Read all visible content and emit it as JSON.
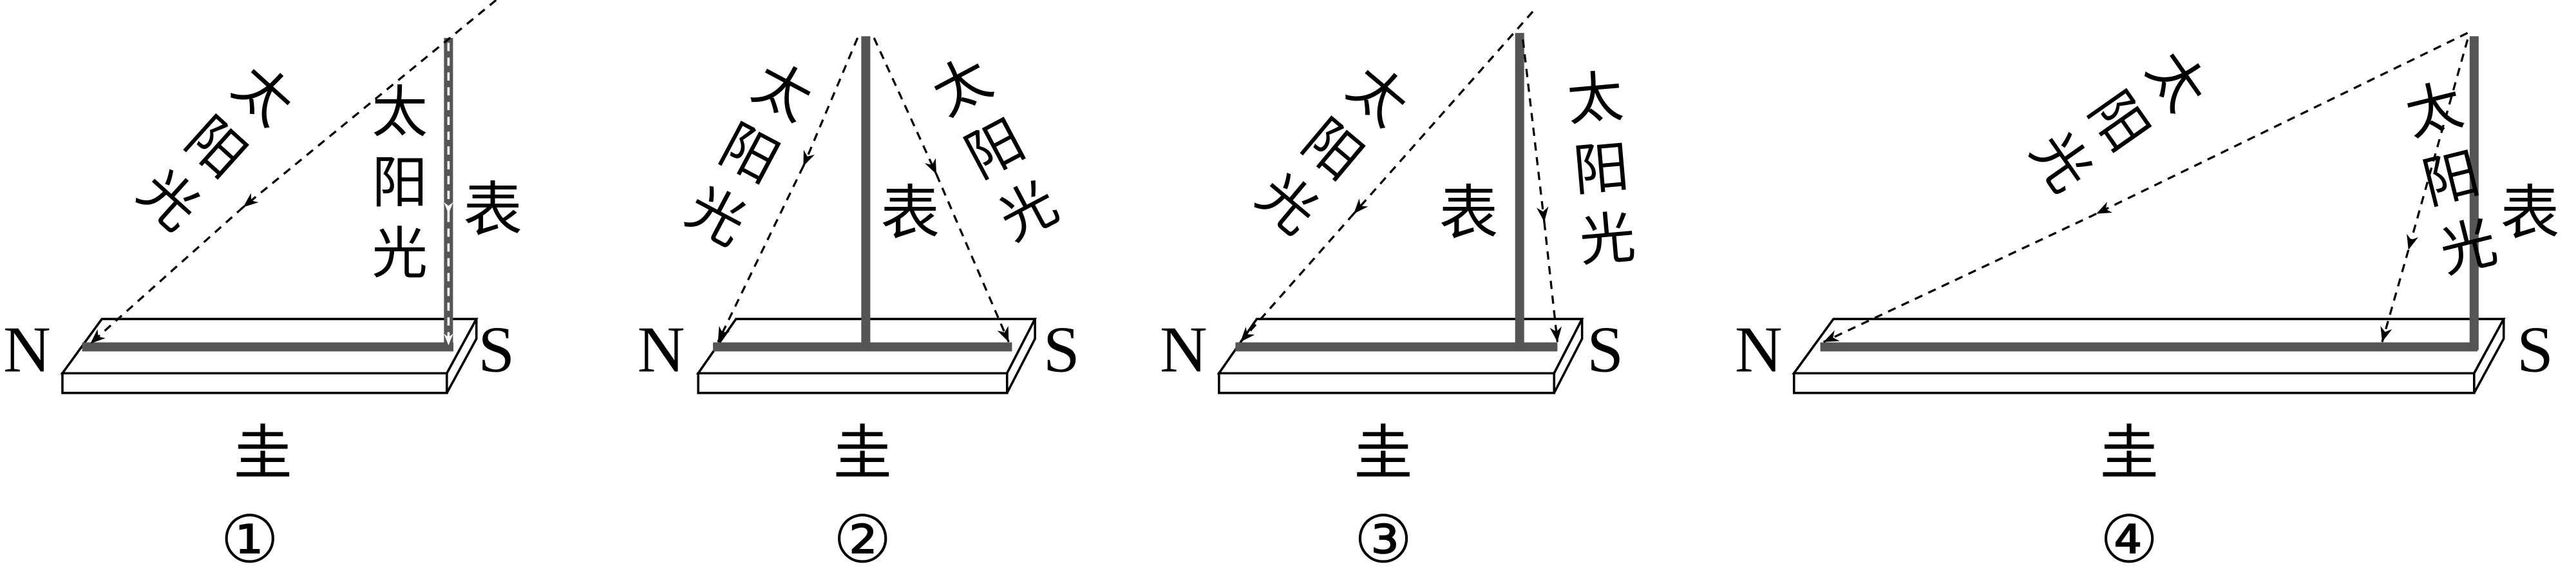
{
  "title": "圭表 sundial diagrams",
  "colors": {
    "gnomon_shadow": "#555555",
    "line": "#000000"
  },
  "panels": [
    {
      "number": "①",
      "north": "N",
      "south": "S",
      "gnomon": "表",
      "plank": "圭",
      "sunlight_labels": [
        "太阳光",
        "太阳光"
      ]
    },
    {
      "number": "②",
      "north": "N",
      "south": "S",
      "gnomon": "表",
      "plank": "圭",
      "sunlight_labels": [
        "太阳光",
        "太阳光"
      ]
    },
    {
      "number": "③",
      "north": "N",
      "south": "S",
      "gnomon": "表",
      "plank": "圭",
      "sunlight_labels": [
        "太阳光",
        "太阳光"
      ]
    },
    {
      "number": "④",
      "north": "N",
      "south": "S",
      "gnomon": "表",
      "plank": "圭",
      "sunlight_labels": [
        "太阳光",
        "太阳光"
      ]
    }
  ]
}
